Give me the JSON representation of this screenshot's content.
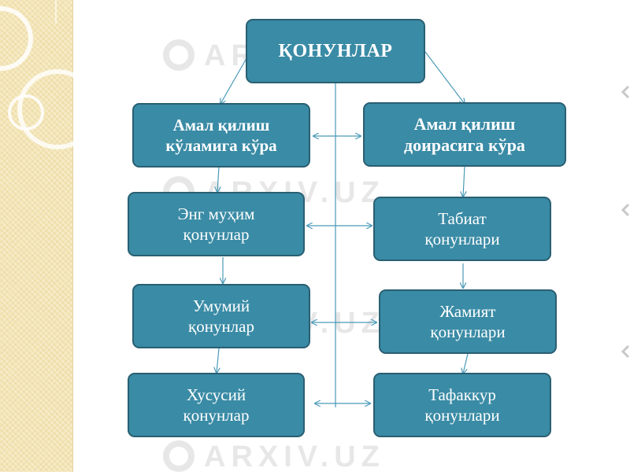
{
  "watermark": "ARXIV.UZ",
  "root": {
    "label": "ҚОНУНЛАР"
  },
  "left_column": {
    "header": "Амал қилиш\nкўламига кўра",
    "items": [
      "Энг муҳим\nқонунлар",
      "Умумий\nқонунлар",
      "Хусусий\nқонунлар"
    ]
  },
  "right_column": {
    "header": "Амал қилиш\nдоирасига кўра",
    "items": [
      "Табиат\nқонунлари",
      "Жамият\nқонунлари",
      "Тафаккур\nқонунлари"
    ]
  },
  "colors": {
    "box_fill": "#3a8ba5",
    "box_border": "#2a5f72",
    "connector": "#4a9ab8",
    "sidebar": "#f3e4b4"
  }
}
